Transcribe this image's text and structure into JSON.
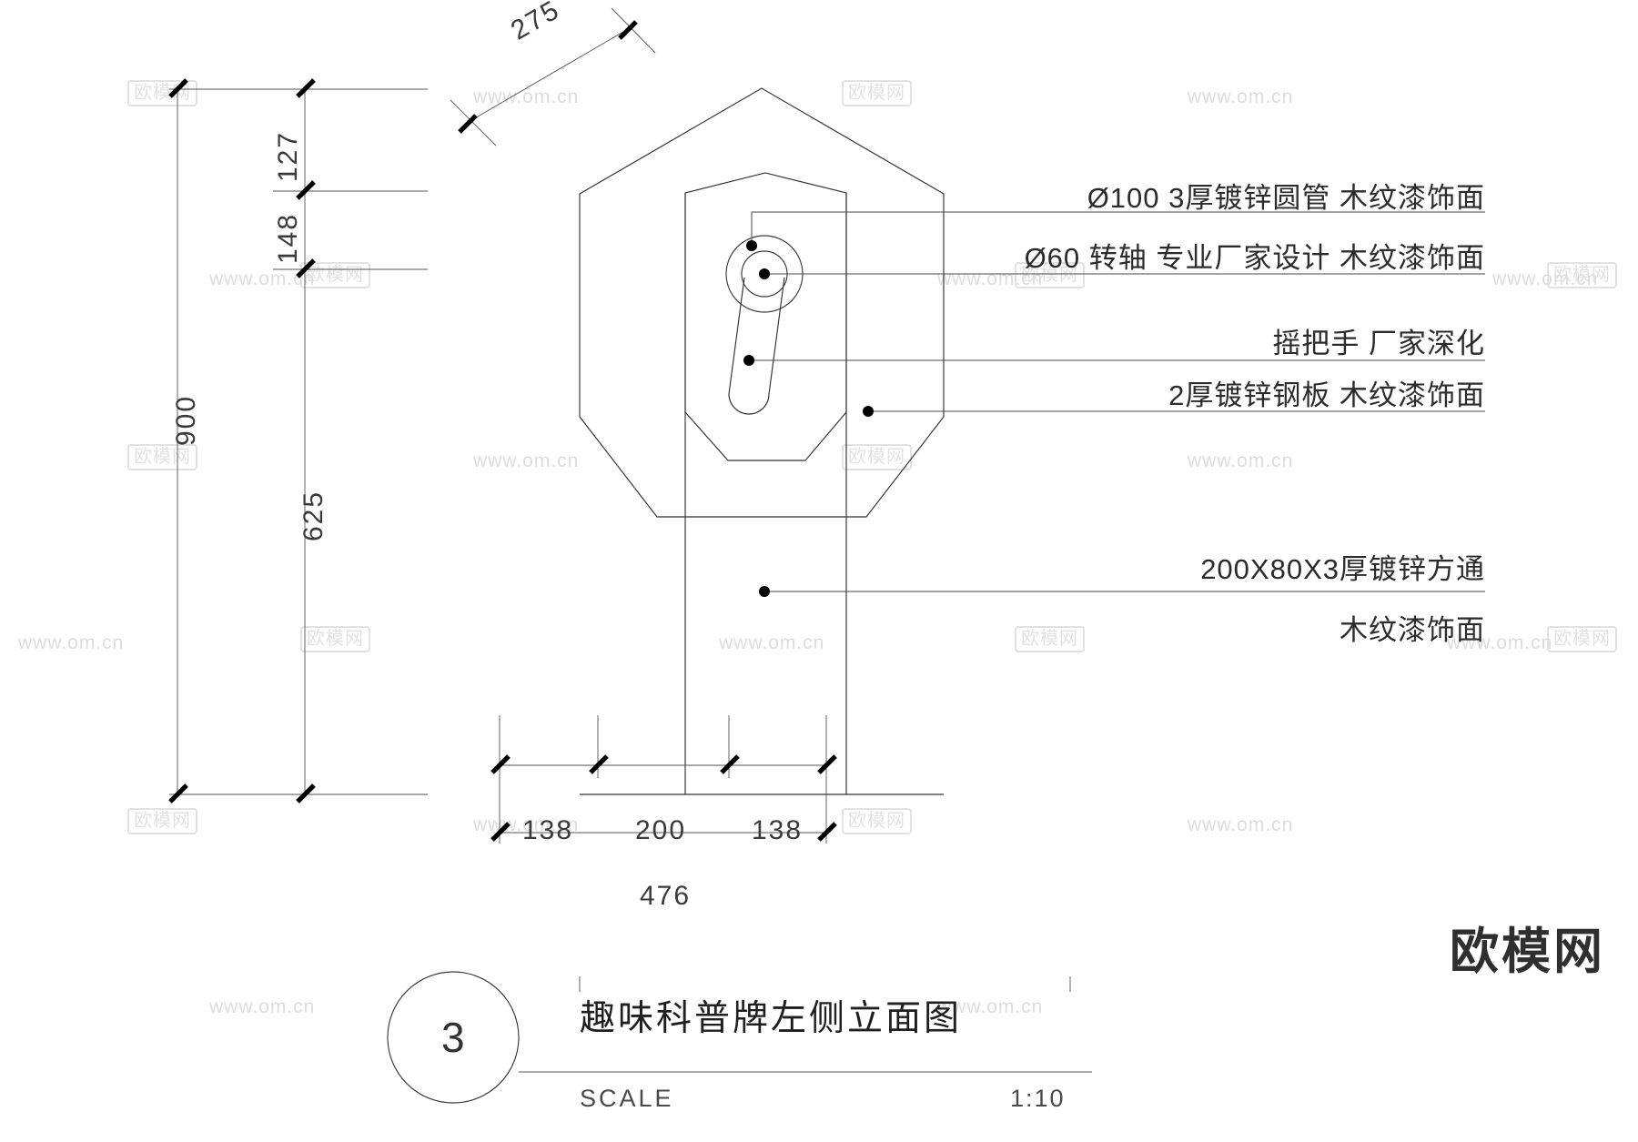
{
  "drawing": {
    "title": "趣味科普牌左侧立面图",
    "scale_label": "SCALE",
    "scale_value": "1:10",
    "detail_number": "3"
  },
  "dimensions": {
    "vertical": [
      {
        "name": "127",
        "value": "127"
      },
      {
        "name": "148",
        "value": "148"
      },
      {
        "name": "900",
        "value": "900"
      },
      {
        "name": "625",
        "value": "625"
      }
    ],
    "horizontal_bottom": {
      "chain": [
        "138",
        "200",
        "138"
      ],
      "overall": "476"
    },
    "top_slope": "275"
  },
  "annotations": [
    {
      "id": "pipe",
      "text": "Ø100  3厚镀锌圆管  木纹漆饰面"
    },
    {
      "id": "shaft",
      "text": "Ø60  转轴  专业厂家设计  木纹漆饰面"
    },
    {
      "id": "handle",
      "text": "摇把手  厂家深化"
    },
    {
      "id": "steel-plate",
      "text": "2厚镀锌钢板  木纹漆饰面"
    },
    {
      "id": "tube-1",
      "text": "200X80X3厚镀锌方通"
    },
    {
      "id": "tube-2",
      "text": "木纹漆饰面"
    }
  ],
  "watermarks": {
    "url": "www.om.cn",
    "badge": "欧模网",
    "brand": "欧模网"
  },
  "colors": {
    "line": "#333333",
    "thin_line": "#555555",
    "text": "#2b2b2b",
    "watermark": "#dddddd",
    "background": "#ffffff"
  }
}
